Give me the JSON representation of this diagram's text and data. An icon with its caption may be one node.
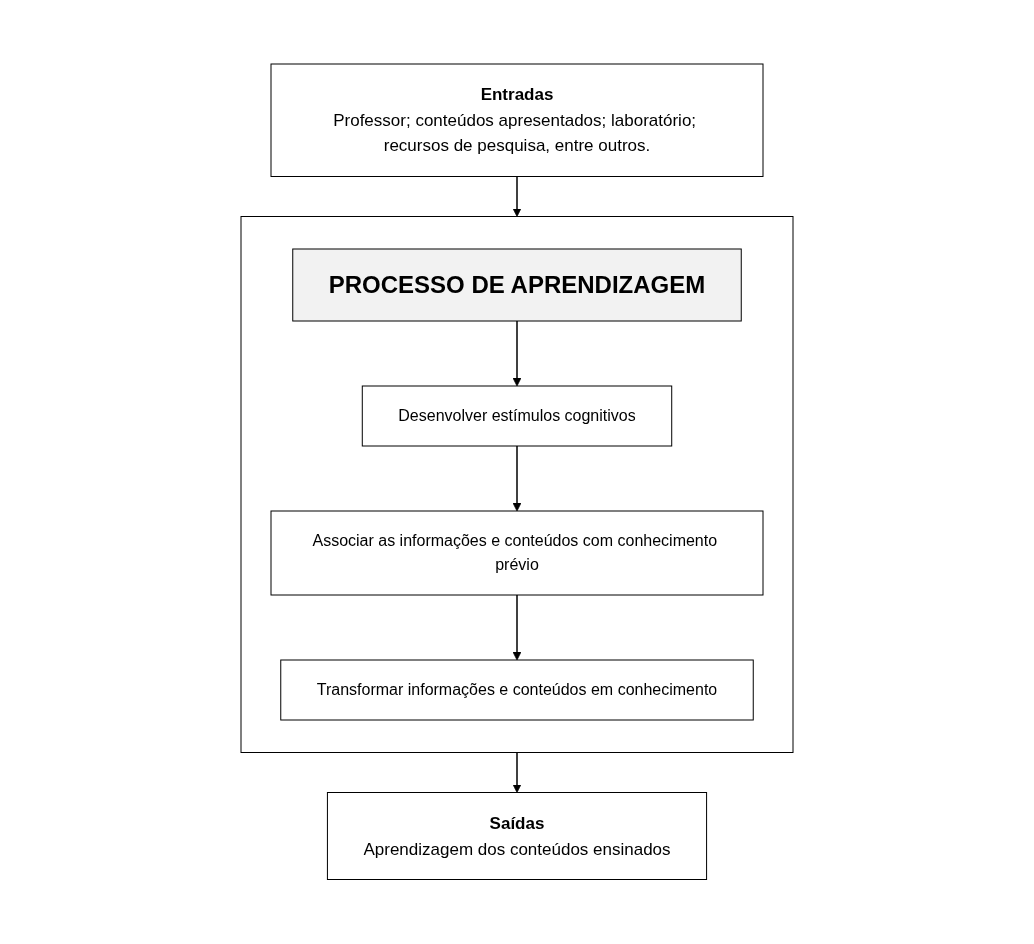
{
  "diagram": {
    "nodes": [
      {
        "text": [
          "Entradas",
          "Professor; conteúdos apresentados; laboratório; recursos de pesquisa, entre outros."
        ]
      },
      {
        "text": [],
        "shape": "box"
      },
      {
        "text": [
          "PROCESSO DE APRENDIZAGEM"
        ],
        "in": 1
      },
      {
        "text": [
          "Desenvolver estímulos cognitivos"
        ],
        "in": 1
      },
      {
        "text": [
          "Associar as informações e conteúdos com conhecimento prévio"
        ],
        "in": 1
      },
      {
        "text": [
          "Transformar informações e conteúdos em conhecimento"
        ],
        "in": 1
      },
      {
        "text": [
          "Saídas",
          "Aprendizagem dos conteúdos ensinados"
        ]
      }
    ],
    "edges": [
      {
        "from": 0,
        "to": 1,
        "arrow": "to"
      },
      {
        "from": 2,
        "to": 3,
        "arrow": "to"
      },
      {
        "from": 3,
        "to": 4,
        "arrow": "to"
      },
      {
        "from": 4,
        "to": 5,
        "arrow": "to"
      },
      {
        "from": 1,
        "to": 6,
        "arrow": "to"
      }
    ]
  }
}
